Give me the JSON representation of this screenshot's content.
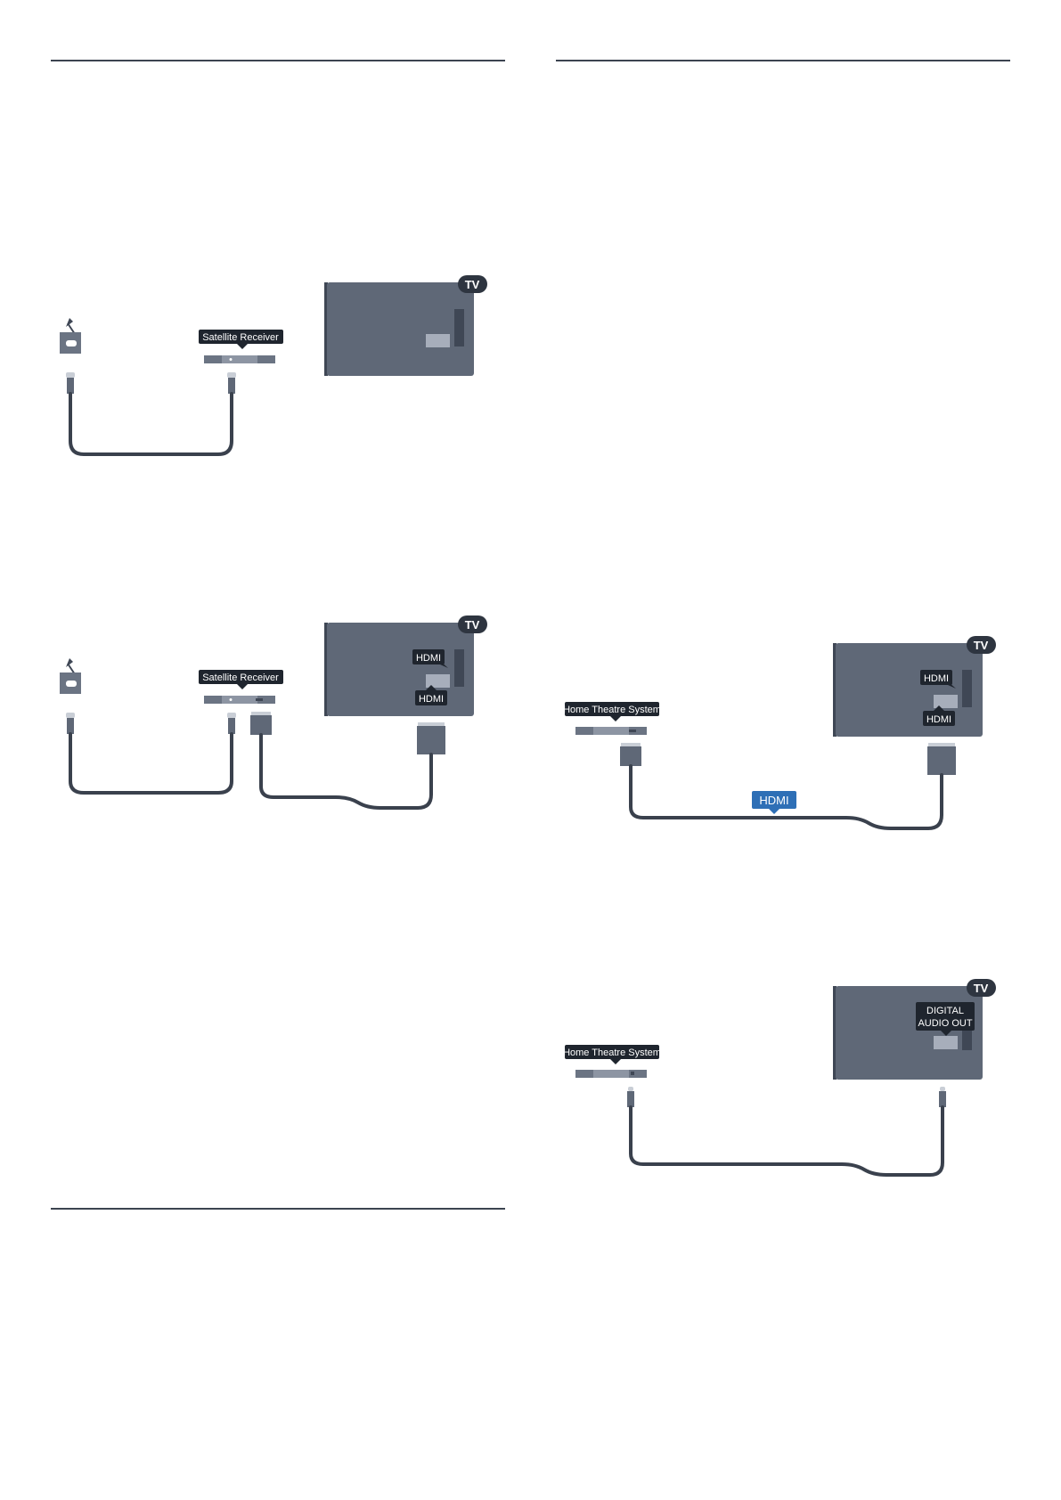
{
  "rules": [
    "top-left",
    "top-right",
    "bottom-left"
  ],
  "diagrams": {
    "satellite_cable": {
      "device_label": "Satellite Receiver",
      "tv_label": "TV"
    },
    "satellite_hdmi": {
      "device_label": "Satellite Receiver",
      "tv_label": "TV",
      "tv_port_label": "HDMI",
      "tv_port_label_2": "HDMI"
    },
    "hts_hdmi": {
      "device_label": "Home Theatre System",
      "tv_label": "TV",
      "tv_port_label": "HDMI",
      "tv_port_label_2": "HDMI",
      "cable_label": "HDMI"
    },
    "hts_optical": {
      "device_label": "Home Theatre System",
      "tv_label": "TV",
      "tv_port_label_line1": "DIGITAL",
      "tv_port_label_line2": "AUDIO OUT"
    }
  },
  "icons": [
    "satellite-dish-icon",
    "coax-plug-icon",
    "hdmi-plug-icon",
    "optical-plug-icon",
    "tv-icon"
  ]
}
